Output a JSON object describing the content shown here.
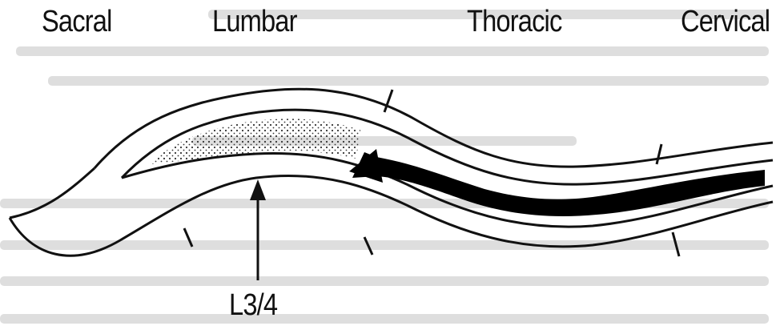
{
  "diagram": {
    "regions": [
      "Sacral",
      "Lumbar",
      "Thoracic",
      "Cervical"
    ],
    "level_marker": "L3/4"
  },
  "colors": {
    "stroke": "#111111",
    "fill_solid": "#000000",
    "ghost_text": "#d9d9d9"
  },
  "icons": [
    "arrow-up-icon"
  ]
}
